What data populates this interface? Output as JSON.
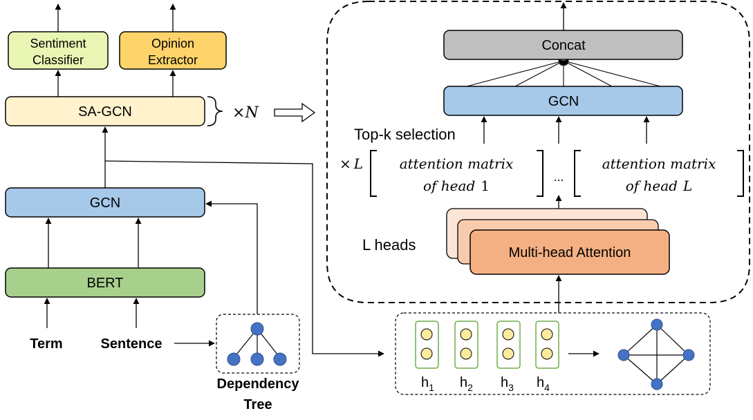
{
  "boxes": {
    "sentiment_classifier": {
      "line1": "Sentiment",
      "line2": "Classifier"
    },
    "opinion_extractor": {
      "line1": "Opinion",
      "line2": "Extractor"
    },
    "sa_gcn": "SA-GCN",
    "gcn_left": "GCN",
    "bert": "BERT",
    "concat": "Concat",
    "gcn_right": "GCN",
    "mha": "Multi-head Attention"
  },
  "labels": {
    "times_n_symbol": "×",
    "times_n_var": "N",
    "topk": "Top-k selection",
    "times_l_symbol": "×",
    "times_l_var": "L",
    "l_heads": "L heads",
    "ellipsis": "...",
    "term": "Term",
    "sentence": "Sentence",
    "dependency_tree_line1": "Dependency",
    "dependency_tree_line2": "Tree"
  },
  "matrices": {
    "head1": {
      "line1": "attention matrix",
      "line2_text": "of head",
      "line2_num": "1"
    },
    "headL": {
      "line1": "attention matrix",
      "line2_text": "of head",
      "line2_var": "L"
    }
  },
  "hidden_states": [
    {
      "base": "h",
      "sub": "1"
    },
    {
      "base": "h",
      "sub": "2"
    },
    {
      "base": "h",
      "sub": "3"
    },
    {
      "base": "h",
      "sub": "4"
    }
  ],
  "colors": {
    "sentiment": "#e9f6b3",
    "opinion": "#fdd36a",
    "sa_gcn": "#fff2cd",
    "gcn": "#a6c8e9",
    "bert": "#a8d08d",
    "concat": "#bfbfbf",
    "mha": "#f4b083",
    "mha_back2": "#f8cbad",
    "mha_back1": "#fce4d6",
    "node": "#4472c4",
    "state_fill": "#fdea9b",
    "state_border": "#70ad47"
  }
}
